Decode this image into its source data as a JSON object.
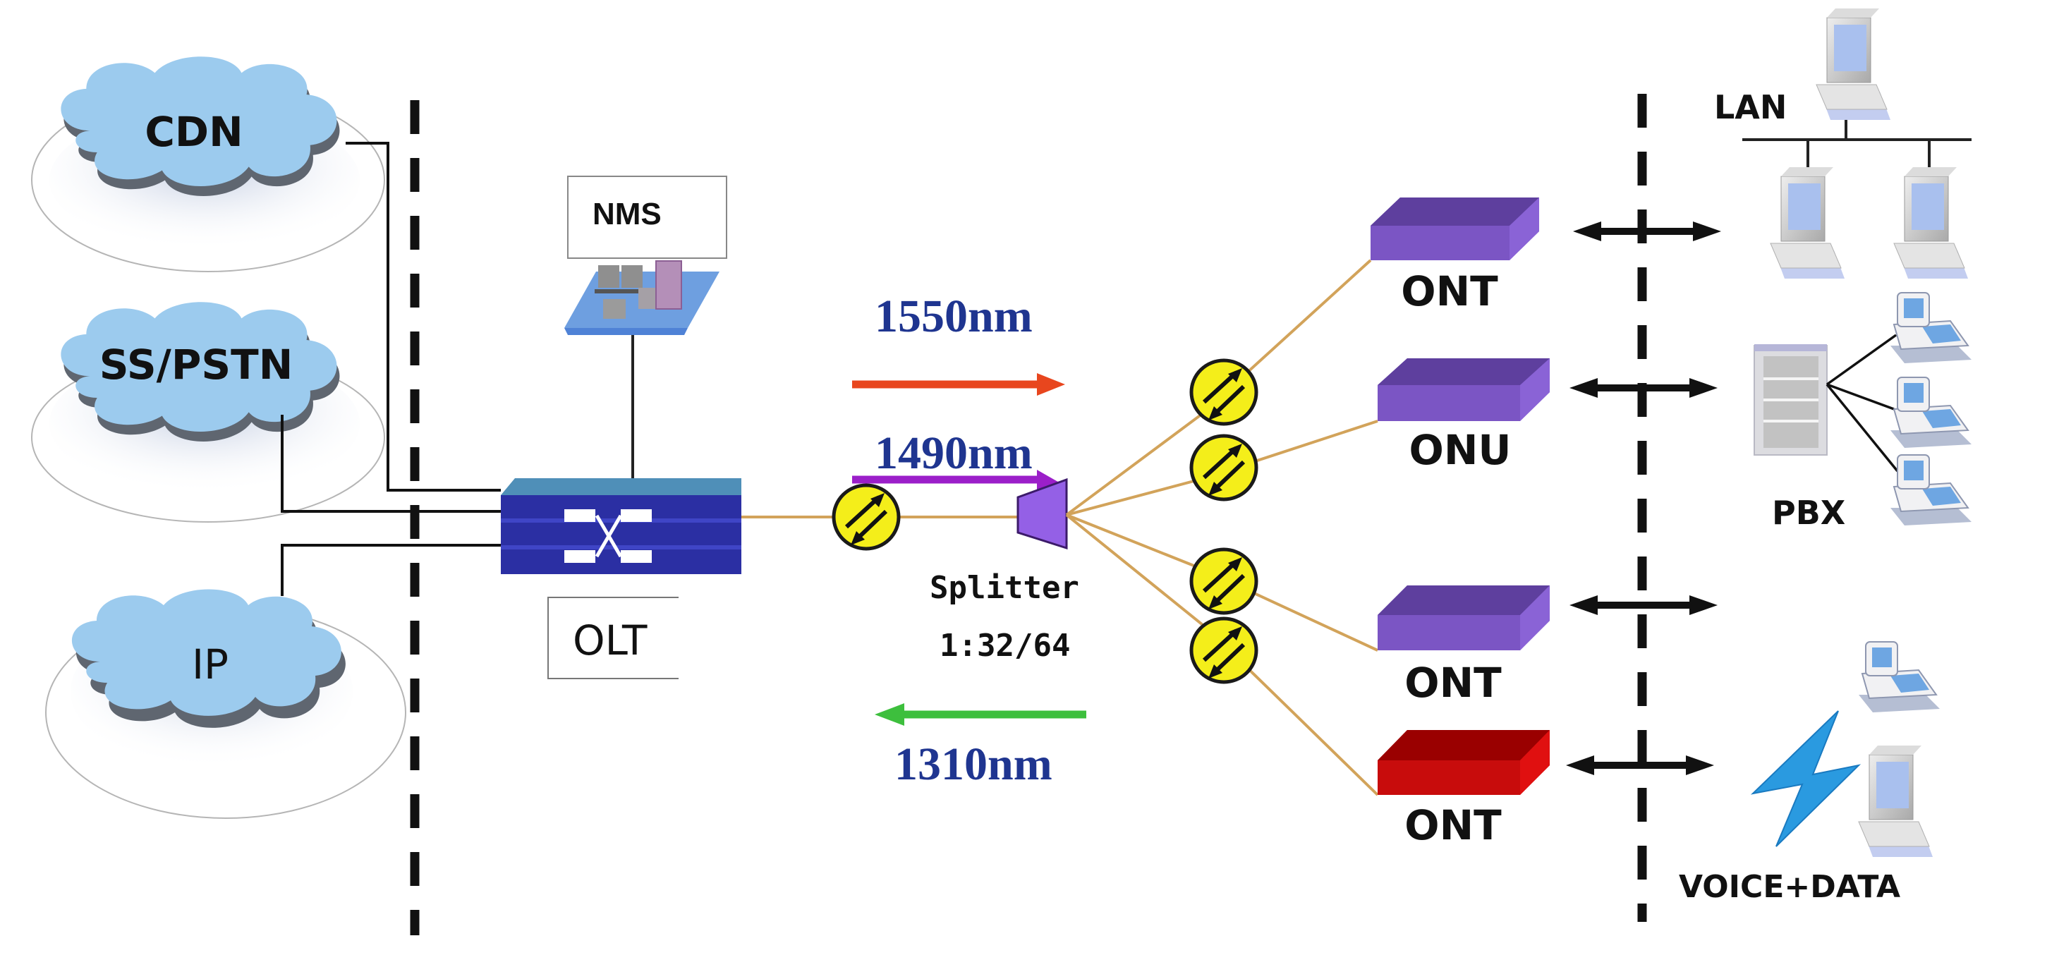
{
  "title": "GPON / PON network topology",
  "networks": [
    {
      "id": "cdn",
      "label": "CDN"
    },
    {
      "id": "ss-pstn",
      "label": "SS/PSTN"
    },
    {
      "id": "ip",
      "label": "IP"
    }
  ],
  "nms": {
    "label": "NMS"
  },
  "olt": {
    "label": "OLT"
  },
  "splitter": {
    "label": "Splitter",
    "ratio": "1:32/64"
  },
  "wavelengths": {
    "downstream_video": {
      "label": "1550nm",
      "direction": "downstream",
      "color": "#e8461e"
    },
    "downstream_data": {
      "label": "1490nm",
      "direction": "downstream",
      "color": "#9b1fc9"
    },
    "upstream": {
      "label": "1310nm",
      "direction": "upstream",
      "color": "#3dbf3d"
    }
  },
  "terminals": [
    {
      "label": "ONT",
      "color": "#7b55c4"
    },
    {
      "label": "ONU",
      "color": "#7b55c4"
    },
    {
      "label": "ONT",
      "color": "#7b55c4"
    },
    {
      "label": "ONT",
      "color": "#c80c0c"
    }
  ],
  "customer": {
    "lan": {
      "label": "LAN",
      "pc_count": 3
    },
    "pbx": {
      "label": "PBX",
      "phone_count": 3
    },
    "voice_data": {
      "label": "VOICE+DATA"
    }
  },
  "colors": {
    "cloud": "#9ccbee",
    "olt": "#2b2fa3",
    "fiber": "#d2a35a",
    "coupler": "#f4ee1a",
    "splitter": "#9460e6",
    "wavelength_text": "#1f3590"
  }
}
